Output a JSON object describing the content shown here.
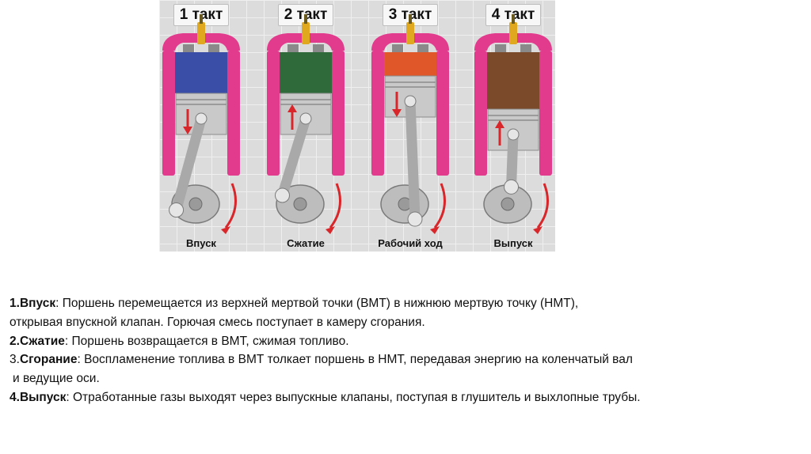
{
  "figure": {
    "strokes": [
      {
        "title": "1 такт",
        "caption": "Впуск",
        "charge_color": "#3a4ea8"
      },
      {
        "title": "2 такт",
        "caption": "Сжатие",
        "charge_color": "#2f6a3a"
      },
      {
        "title": "3 такт",
        "caption": "Рабочий ход",
        "charge_color": "#e0582a"
      },
      {
        "title": "4 такт",
        "caption": "Выпуск",
        "charge_color": "#7a4a2a"
      }
    ],
    "colors": {
      "cylinder_wall": "#e23b8e",
      "piston": "#c9c9c9",
      "arrow": "#d8262a",
      "spark_plug": "#e0a81e"
    }
  },
  "description": {
    "intake": {
      "number": "1.",
      "term": "Впуск",
      "text_line1": ": Поршень перемещается из верхней мертвой точки (ВМТ) в нижнюю мертвую точку (НМТ),",
      "text_line2": "открывая впускной клапан. Горючая смесь поступает в камеру сгорания."
    },
    "compression": {
      "number": "2.",
      "term": "Сжатие",
      "text": ": Поршень возвращается в ВМТ, сжимая топливо."
    },
    "combustion": {
      "number": "3.",
      "term": "Сгорание",
      "text_line1": ": Воспламенение топлива в ВМТ толкает поршень в НМТ, передавая энергию на коленчатый вал",
      "text_line2": "и ведущие оси."
    },
    "exhaust": {
      "number": "4.",
      "term": "Выпуск",
      "text": ": Отработанные газы выходят через выпускные клапаны, поступая в глушитель и выхлопные трубы."
    }
  }
}
